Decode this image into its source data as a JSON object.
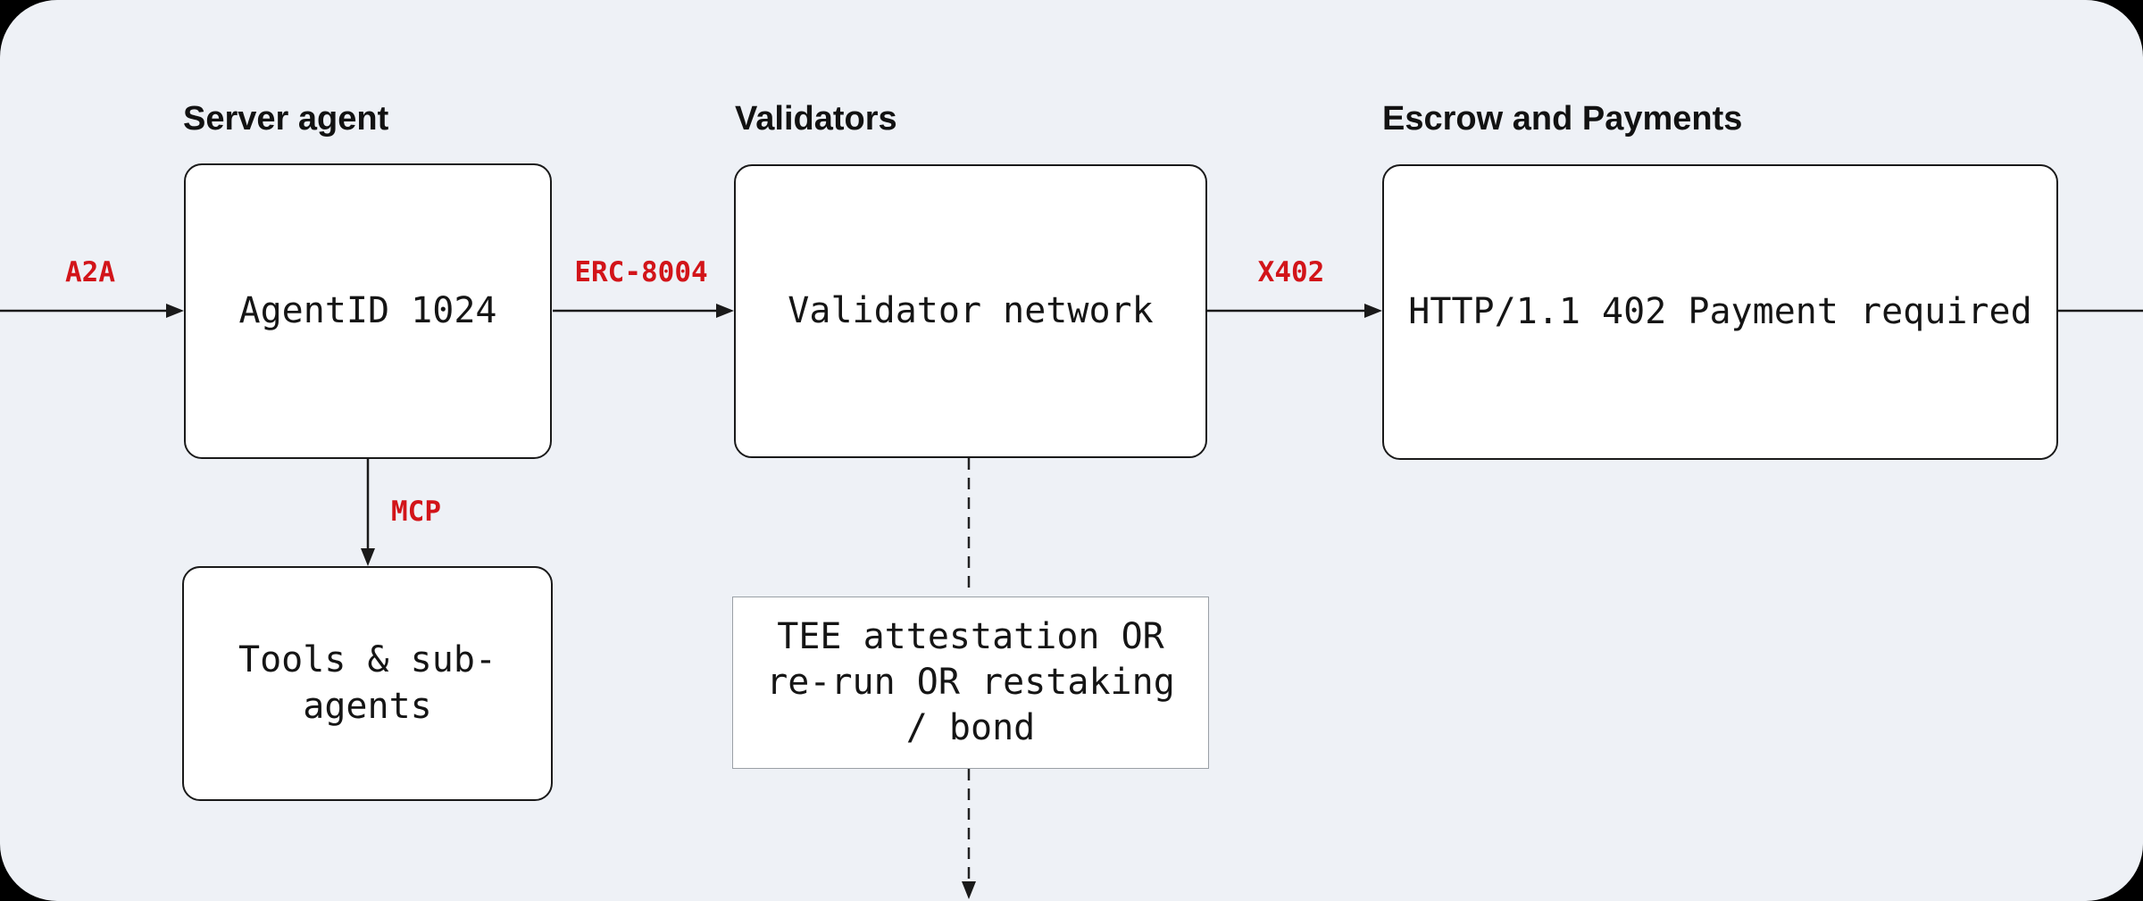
{
  "colors": {
    "outer_bg": "#000000",
    "panel_bg": "#eef1f6",
    "node_bg": "#ffffff",
    "node_border": "#1a1a1a",
    "tee_border": "#9aa0a6",
    "ink": "#121212",
    "accent_red": "#d21419"
  },
  "headings": {
    "server_agent": "Server agent",
    "validators": "Validators",
    "escrow": "Escrow and Payments"
  },
  "nodes": {
    "agent": {
      "label": "AgentID 1024"
    },
    "tools": {
      "lines": [
        "Tools & sub-",
        "agents"
      ]
    },
    "validator_network": {
      "label": "Validator network"
    },
    "payment": {
      "label": "HTTP/1.1 402 Payment required"
    },
    "tee": {
      "lines": [
        "TEE attestation OR",
        "re-run OR restaking",
        "/ bond"
      ]
    }
  },
  "edges": {
    "a2a": {
      "label": "A2A",
      "style": "solid"
    },
    "erc8004": {
      "label": "ERC-8004",
      "style": "solid"
    },
    "x402": {
      "label": "X402",
      "style": "solid"
    },
    "mcp": {
      "label": "MCP",
      "style": "solid"
    },
    "attestation_flow": {
      "style": "dashed"
    }
  }
}
